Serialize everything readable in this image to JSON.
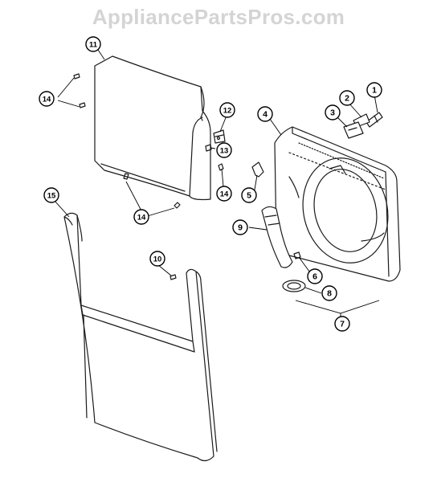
{
  "watermark": "AppliancePartsPros.com",
  "colors": {
    "line": "#1a1a1a",
    "callout": "#000000",
    "watermark": "#d4d4d4"
  },
  "callouts": [
    {
      "id": "c1",
      "label": "1"
    },
    {
      "id": "c2",
      "label": "2"
    },
    {
      "id": "c3",
      "label": "3"
    },
    {
      "id": "c4",
      "label": "4"
    },
    {
      "id": "c5",
      "label": "5"
    },
    {
      "id": "c6",
      "label": "6"
    },
    {
      "id": "c7",
      "label": "7"
    },
    {
      "id": "c8",
      "label": "8"
    },
    {
      "id": "c9",
      "label": "9"
    },
    {
      "id": "c10",
      "label": "10"
    },
    {
      "id": "c11",
      "label": "11"
    },
    {
      "id": "c12",
      "label": "12"
    },
    {
      "id": "c13",
      "label": "13"
    },
    {
      "id": "c14a",
      "label": "14"
    },
    {
      "id": "c14b",
      "label": "14"
    },
    {
      "id": "c14c",
      "label": "14"
    },
    {
      "id": "c15",
      "label": "15"
    }
  ]
}
